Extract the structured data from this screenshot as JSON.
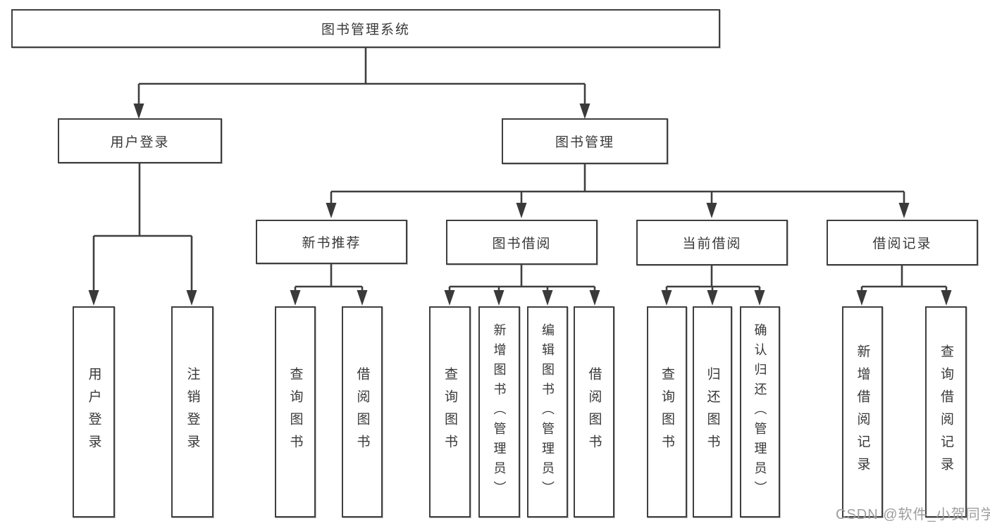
{
  "colors": {
    "line": "#3f3f3f",
    "box_border": "#3f3f3f",
    "text": "#383838",
    "watermark": "#9e9e9e",
    "background": "#ffffff"
  },
  "nodes": {
    "root": {
      "label": "图书管理系统"
    },
    "level2": [
      {
        "label": "用户登录"
      },
      {
        "label": "图书管理"
      }
    ],
    "level3": [
      {
        "label": "新书推荐"
      },
      {
        "label": "图书借阅"
      },
      {
        "label": "当前借阅"
      },
      {
        "label": "借阅记录"
      }
    ],
    "leaves": [
      {
        "label": "用户登录"
      },
      {
        "label": "注销登录"
      },
      {
        "label": "查询图书"
      },
      {
        "label": "借阅图书"
      },
      {
        "label": "查询图书"
      },
      {
        "label": "新增图书（管理员）"
      },
      {
        "label": "编辑图书（管理员）"
      },
      {
        "label": "借阅图书"
      },
      {
        "label": "查询图书"
      },
      {
        "label": "归还图书"
      },
      {
        "label": "确认归还（管理员）"
      },
      {
        "label": "新增借阅记录"
      },
      {
        "label": "查询借阅记录"
      }
    ]
  },
  "watermark": {
    "text": "CSDN @软件_小贺同学"
  }
}
